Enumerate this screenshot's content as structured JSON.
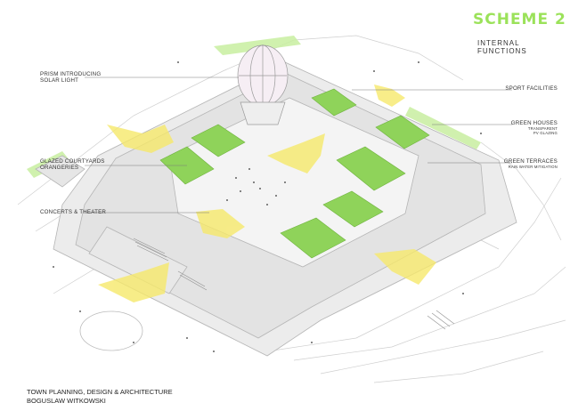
{
  "scheme": {
    "title": "SCHEME 2",
    "subtitle": "INTERNAL FUNCTIONS"
  },
  "labels": {
    "prism": [
      "PRISM INTRODUCING",
      "SOLAR LIGHT"
    ],
    "courtyards": [
      "GLAZED COURTYARDS",
      "ORANGERIES"
    ],
    "concerts": "CONCERTS & THEATER",
    "sport": "SPORT FACILITIES",
    "greenhouses": {
      "main": "GREEN HOUSES",
      "sub": [
        "TRANSPARENT",
        "PV GLAZING"
      ]
    },
    "terraces": {
      "main": "GREEN TERRACES",
      "sub": [
        "RAIN WATER MITIGATION"
      ]
    }
  },
  "credits": {
    "line1": "TOWN PLANNING, DESIGN & ARCHITECTURE",
    "line2": "BOGUSLAW WITKOWSKI"
  },
  "colors": {
    "accent_green": "#9be25a",
    "courtyard_green": "#8fd35a",
    "arrow_yellow": "#f6e96b",
    "building_grey": "#e9e9e9",
    "line_grey": "#b5b5b5"
  }
}
